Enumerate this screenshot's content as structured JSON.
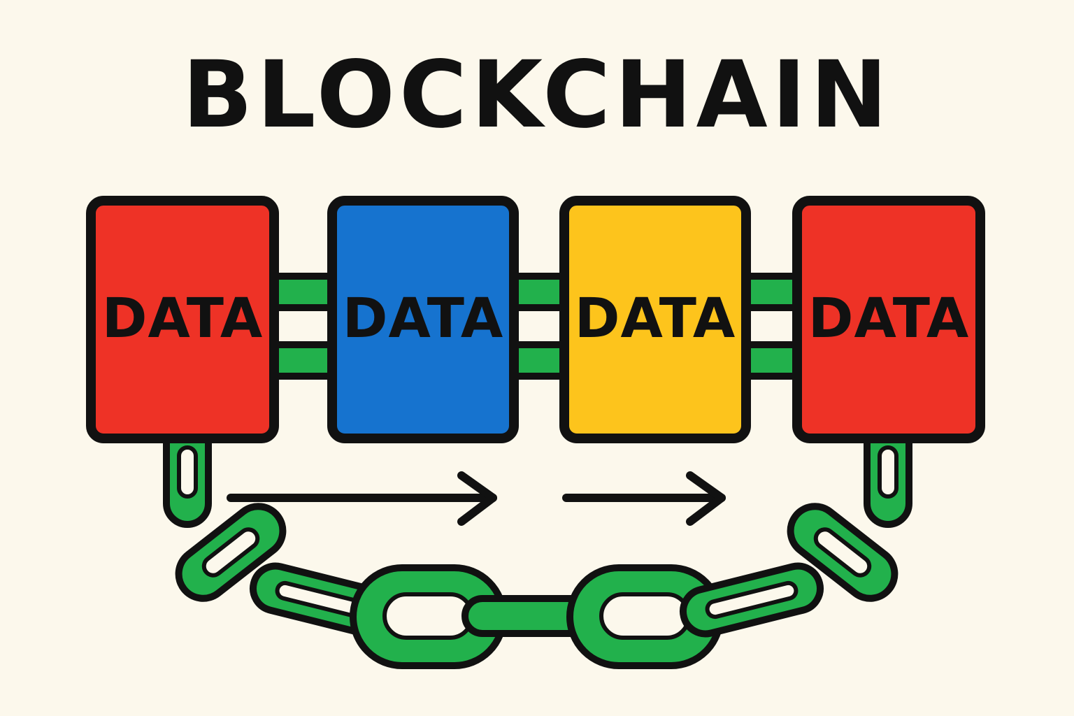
{
  "title": "BLOCKCHAIN",
  "blocks": [
    {
      "label": "DATA",
      "color": "#ee3226"
    },
    {
      "label": "DATA",
      "color": "#1673cf"
    },
    {
      "label": "DATA",
      "color": "#fdc41c"
    },
    {
      "label": "DATA",
      "color": "#ee3226"
    }
  ],
  "colors": {
    "background": "#fcf8ec",
    "chain": "#22b14c",
    "outline": "#111111"
  },
  "icons": [
    "chain-link-icon",
    "arrow-right-icon"
  ]
}
